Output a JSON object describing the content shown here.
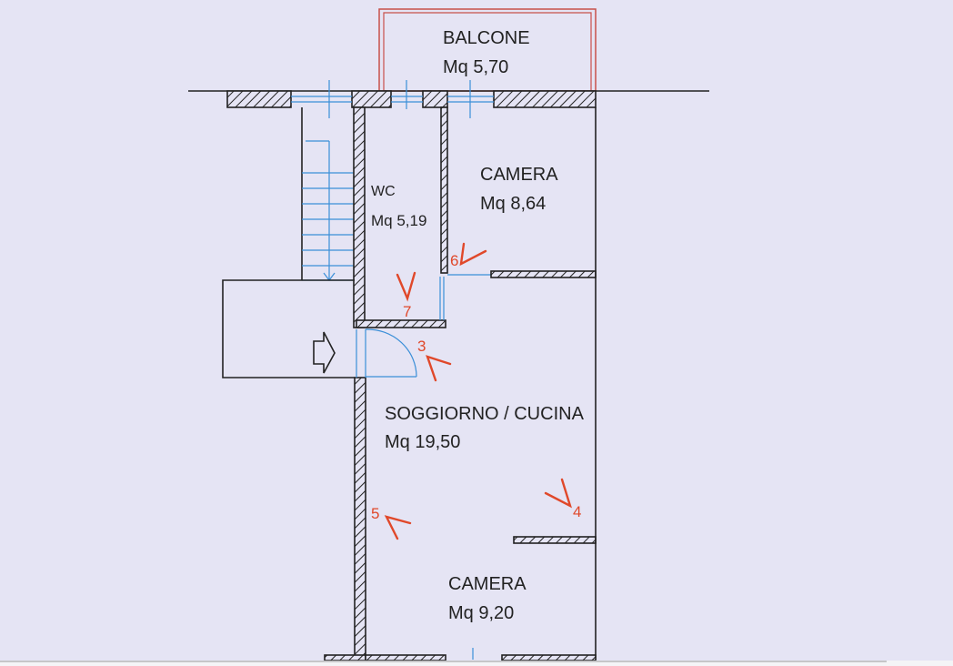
{
  "rooms": {
    "balcone": {
      "name": "BALCONE",
      "area": "Mq 5,70"
    },
    "wc": {
      "name": "WC",
      "area": "Mq 5,19"
    },
    "camera_top": {
      "name": "CAMERA",
      "area": "Mq 8,64"
    },
    "soggiorno": {
      "name": "SOGGIORNO / CUCINA",
      "area": "Mq 19,50"
    },
    "camera_bottom": {
      "name": "CAMERA",
      "area": "Mq 9,20"
    }
  },
  "markers": [
    "3",
    "4",
    "5",
    "6",
    "7"
  ],
  "colors": {
    "background": "#e5e4f4",
    "walls": "#222222",
    "fixtures": "#3b8fd8",
    "markers": "#e0482a",
    "balcony": "#c8504a"
  }
}
